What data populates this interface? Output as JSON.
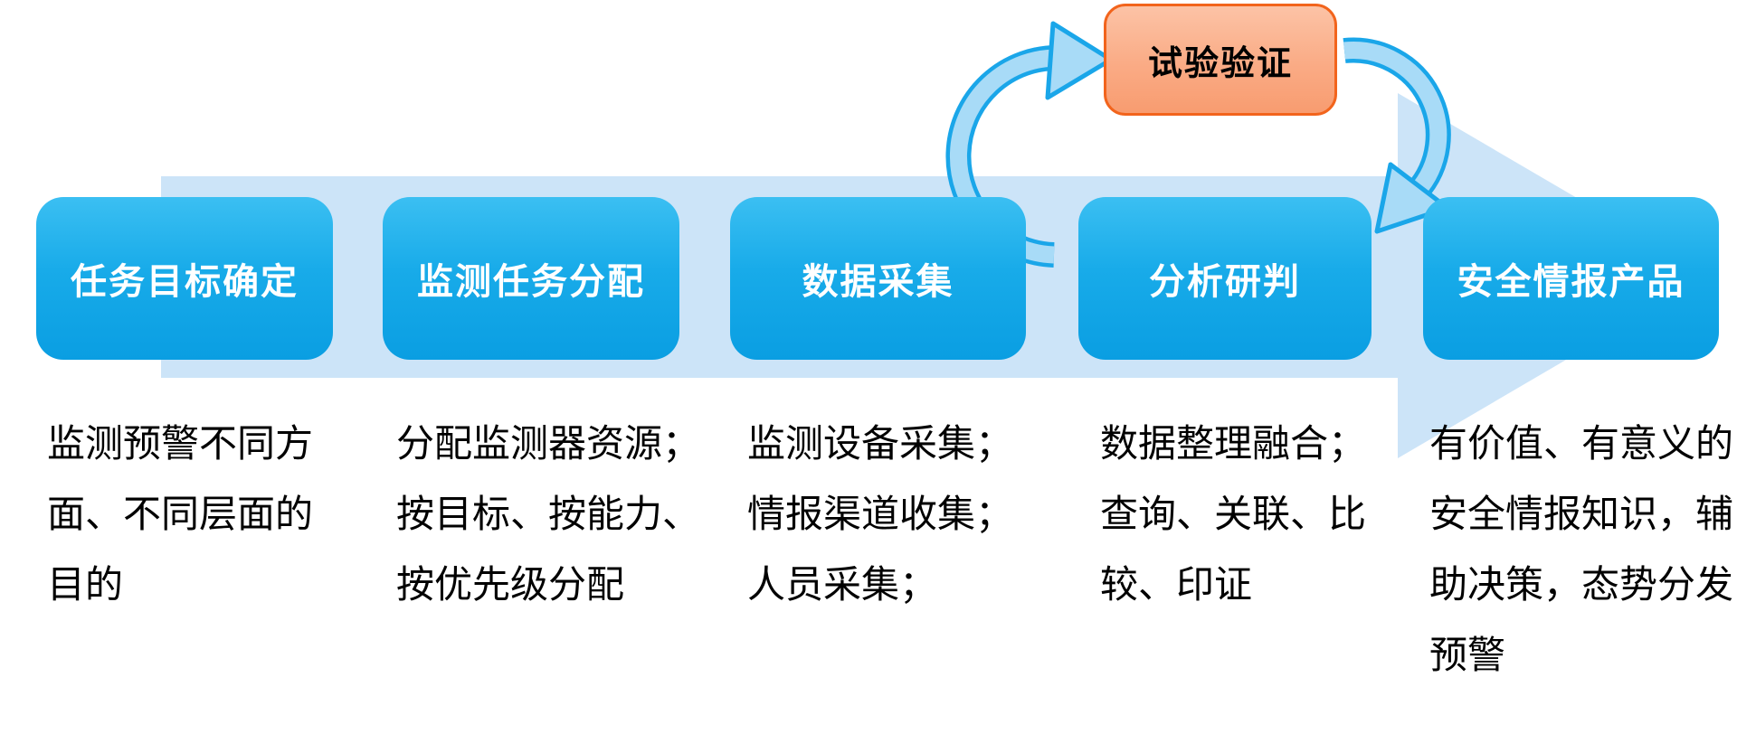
{
  "diagram": {
    "title_hint": "security-intelligence-workflow",
    "validation_box": {
      "label": "试验验证"
    },
    "stages": [
      {
        "title": "任务目标确定",
        "description_lines": [
          "监测预警不同方",
          "面、不同层面的",
          "目的"
        ]
      },
      {
        "title": "监测任务分配",
        "description_lines": [
          "分配监测器资源；",
          "按目标、按能力、",
          "按优先级分配"
        ]
      },
      {
        "title": "数据采集",
        "description_lines": [
          "监测设备采集；",
          "情报渠道收集；",
          "人员采集；"
        ]
      },
      {
        "title": "分析研判",
        "description_lines": [
          "数据整理融合；",
          "查询、关联、比",
          "较、印证"
        ]
      },
      {
        "title": "安全情报产品",
        "description_lines": [
          "有价值、有意义的",
          "安全情报知识，辅",
          "助决策，态势分发",
          "预警"
        ]
      }
    ],
    "colors": {
      "stage_box_top": "#3bbff2",
      "stage_box_bottom": "#0a9ee2",
      "stage_title_text": "#ffffff",
      "band_arrow_fill": "#cce4f8",
      "cycle_arrow_fill": "#a8dbf7",
      "cycle_arrow_stroke": "#1aa6e9",
      "validation_border": "#f2641c",
      "validation_fill_top": "#fcc3a6",
      "validation_fill_bottom": "#f89c70",
      "validation_text": "#000000",
      "description_text": "#000000"
    }
  }
}
